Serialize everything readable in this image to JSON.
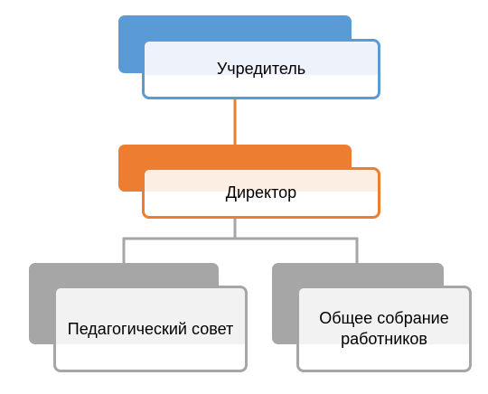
{
  "diagram": {
    "nodes": {
      "founder": {
        "label": "Учредитель"
      },
      "director": {
        "label": "Директор"
      },
      "council": {
        "label": "Педагогический совет"
      },
      "assembly": {
        "label": "Общее собрание работников"
      }
    },
    "edges": [
      {
        "from": "founder",
        "to": "director"
      },
      {
        "from": "director",
        "to": "council"
      },
      {
        "from": "director",
        "to": "assembly"
      }
    ],
    "colors": {
      "founder": "#5b9bd5",
      "director": "#ed7d31",
      "subordinate": "#a6a6a6"
    }
  }
}
